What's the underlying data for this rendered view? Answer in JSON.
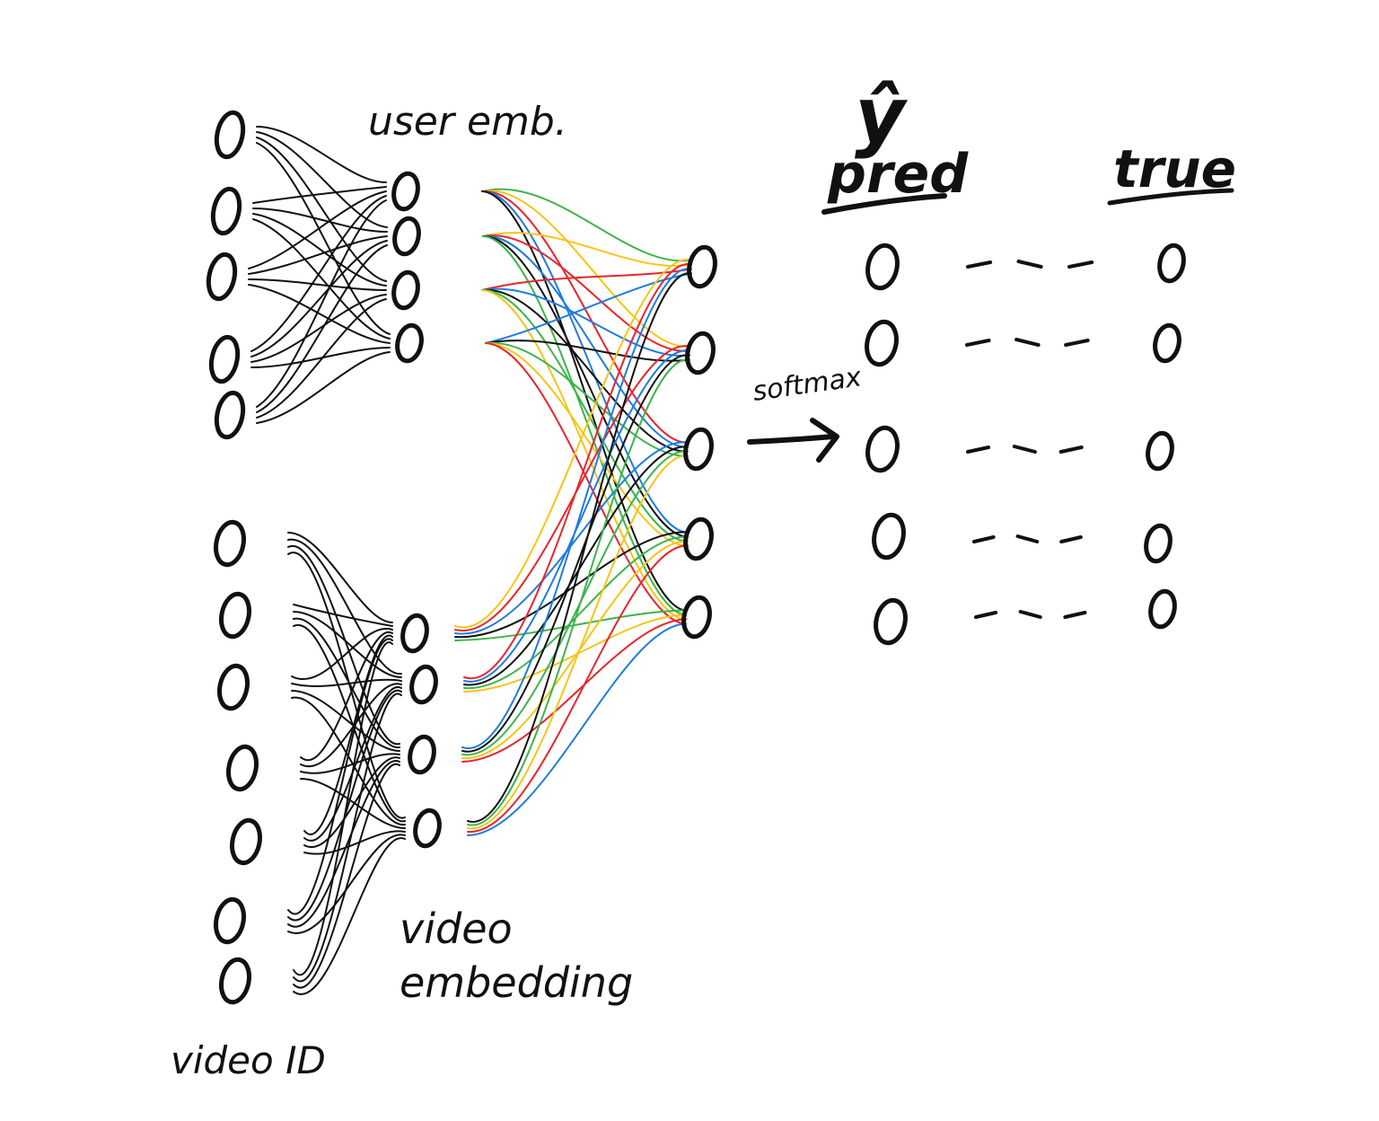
{
  "labels": {
    "user_embedding": "user emb.",
    "video_embedding_line1": "video",
    "video_embedding_line2": "embedding",
    "video_id": "video ID",
    "softmax": "softmax",
    "y_hat": "ŷ",
    "pred": "pred",
    "true": "true"
  },
  "colors": {
    "ink": "#111111",
    "green": "#3cb44b",
    "yellow": "#f5c518",
    "red": "#e8252d",
    "blue": "#1f7be0"
  },
  "layers": {
    "user_input_nodes": 5,
    "user_embedding_nodes": 4,
    "video_input_nodes": 7,
    "video_embedding_nodes": 4,
    "output_nodes": 5,
    "pred_nodes": 5,
    "true_nodes": 5
  }
}
